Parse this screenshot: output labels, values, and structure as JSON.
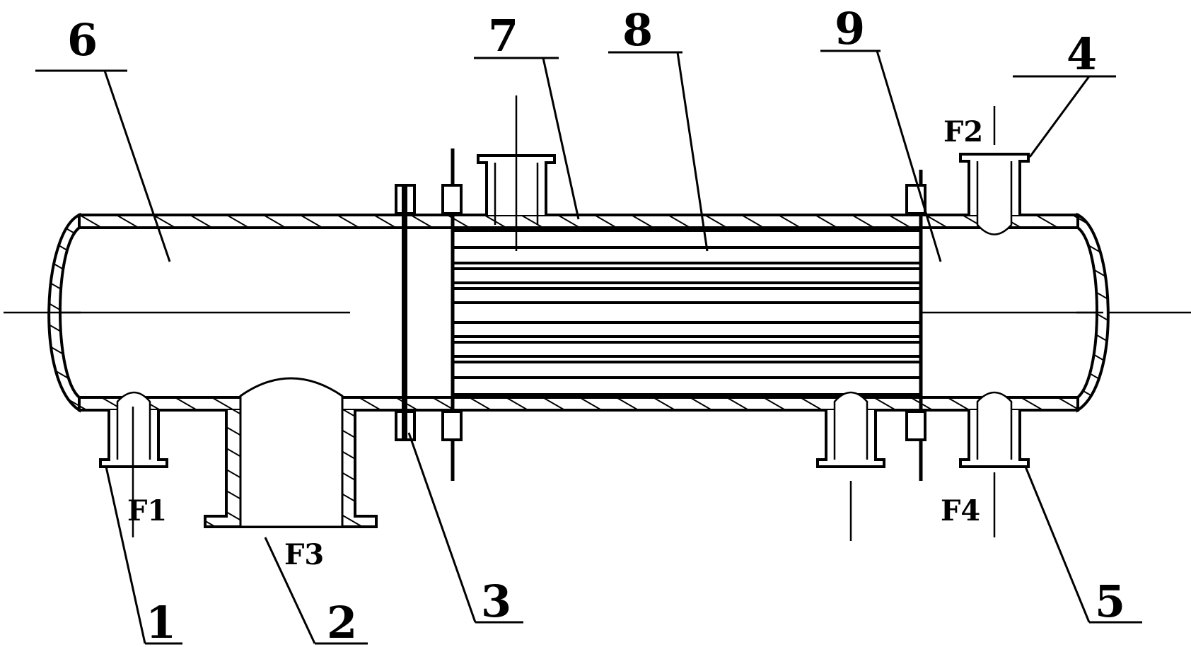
{
  "component_labels": {
    "c1": "1",
    "c2": "2",
    "c3": "3",
    "c4": "4",
    "c5": "5",
    "c6": "6",
    "c7": "7",
    "c8": "8",
    "c9": "9"
  },
  "flow_labels": {
    "f1": "F1",
    "f2": "F2",
    "f3": "F3",
    "f4": "F4"
  },
  "colors": {
    "stroke": "#000000",
    "background": "#ffffff"
  }
}
